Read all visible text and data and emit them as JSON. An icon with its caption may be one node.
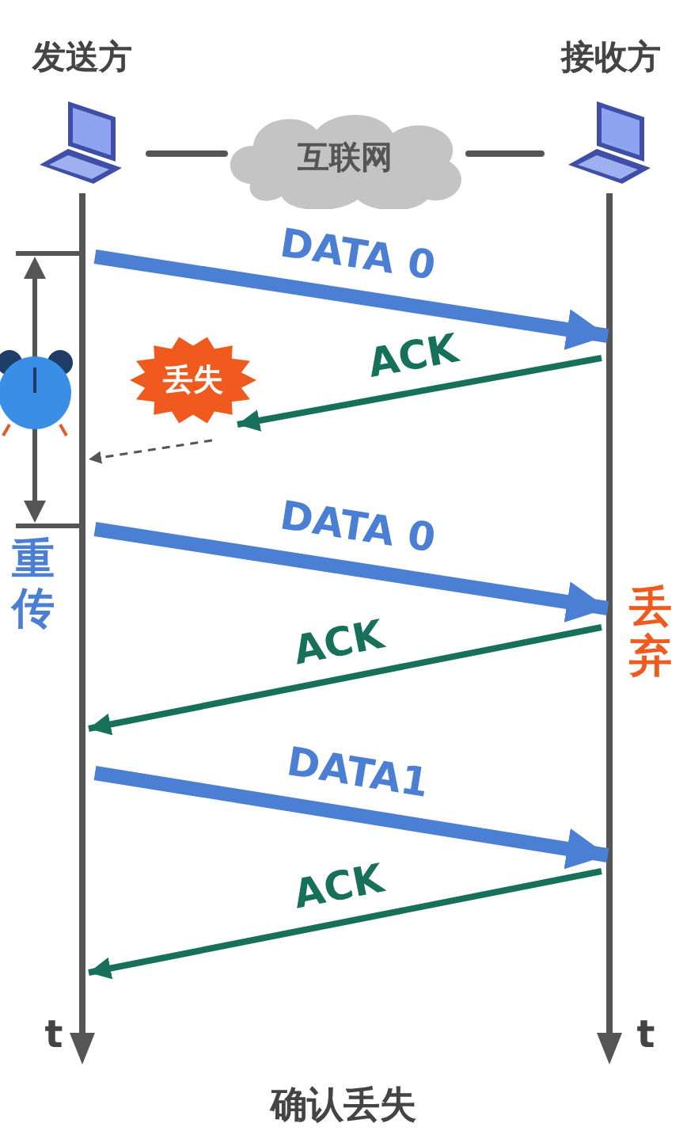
{
  "diagram": {
    "caption": "确认丢失",
    "nodes": [
      {
        "text": [
          "发送方"
        ]
      },
      {
        "text": [
          "互联网"
        ]
      },
      {
        "text": [
          "接收方"
        ]
      },
      {
        "text": [
          "丢失"
        ]
      }
    ],
    "edges": [
      {
        "from": 0,
        "to": 1,
        "arrow": "none",
        "color": "#555555"
      },
      {
        "from": 1,
        "to": 2,
        "arrow": "none",
        "color": "#555555"
      },
      {
        "from": 0,
        "to": 2,
        "arrow": "to",
        "label": "DATA 0",
        "style": "thick",
        "color": "#4a7fd4"
      },
      {
        "from": 2,
        "to": 3,
        "arrow": "to",
        "label": "ACK",
        "color": "#16705a"
      },
      {
        "from": 3,
        "to": 0,
        "arrow": "to",
        "style": "dashed",
        "color": "#555555"
      },
      {
        "from": 0,
        "to": 2,
        "arrow": "to",
        "label": "DATA 0",
        "style": "thick",
        "color": "#4a7fd4"
      },
      {
        "from": 2,
        "to": 0,
        "arrow": "to",
        "label": "ACK",
        "color": "#16705a"
      },
      {
        "from": 0,
        "to": 2,
        "arrow": "to",
        "label": "DATA1",
        "style": "thick",
        "color": "#4a7fd4"
      },
      {
        "from": 2,
        "to": 0,
        "arrow": "to",
        "label": "ACK",
        "color": "#16705a"
      }
    ],
    "labels": [
      "重传",
      "丢弃",
      "t",
      "t"
    ]
  }
}
